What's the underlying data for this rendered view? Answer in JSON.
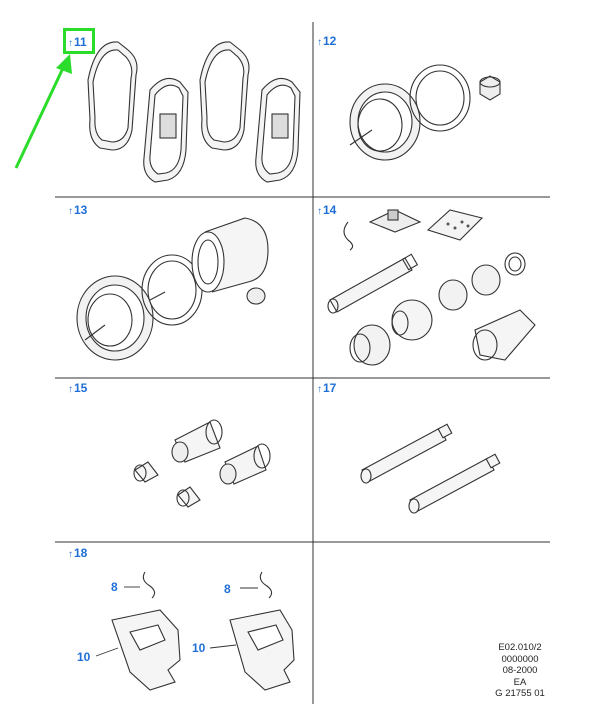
{
  "panels": [
    {
      "prefix": "↑",
      "number": "11"
    },
    {
      "prefix": "↑",
      "number": "12"
    },
    {
      "prefix": "↑",
      "number": "13"
    },
    {
      "prefix": "↑",
      "number": "14"
    },
    {
      "prefix": "↑",
      "number": "15"
    },
    {
      "prefix": "↑",
      "number": "17"
    },
    {
      "prefix": "↑",
      "number": "18"
    }
  ],
  "callouts": {
    "clip_a": "8",
    "clip_b": "8",
    "bracket_a": "10",
    "bracket_b": "10"
  },
  "footer": {
    "line1": "E02.010/2",
    "line2": "0000000",
    "line3": "08-2000",
    "line4": "EA",
    "line5": "G 21755 01"
  },
  "colors": {
    "label_blue": "#1f6fd6",
    "highlight_green": "#2bdc2b",
    "line": "#333333"
  }
}
